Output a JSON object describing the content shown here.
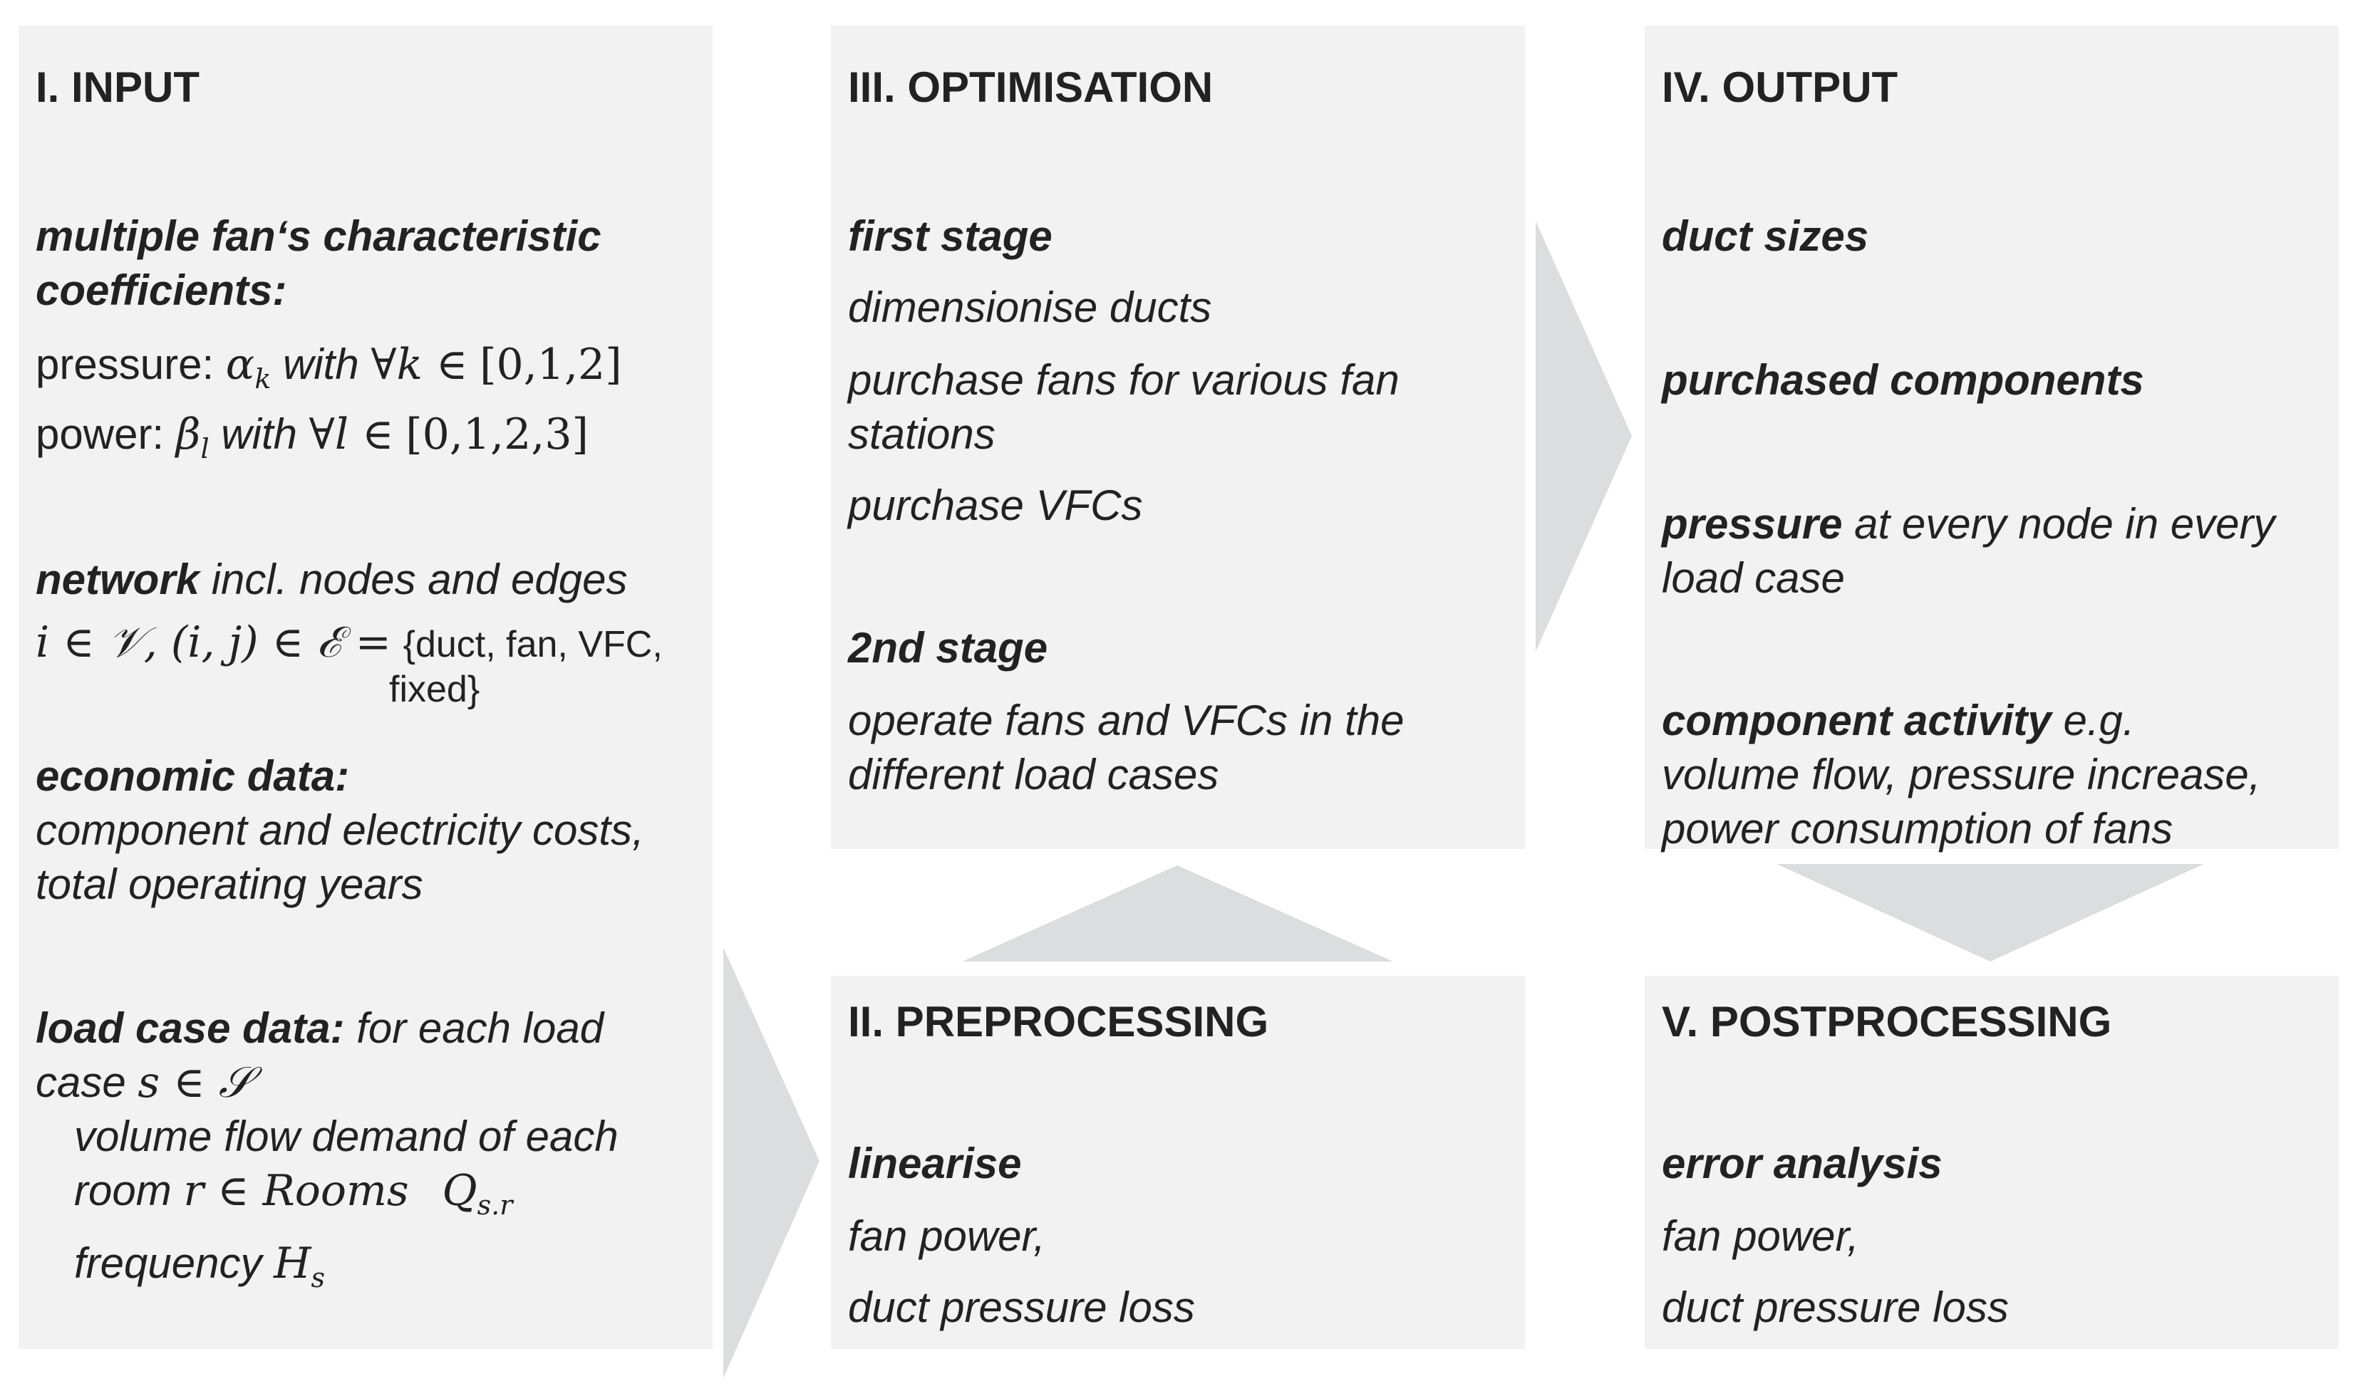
{
  "input": {
    "title": "I. INPUT",
    "fan_coeff_heading_1": "multiple fan‘s characteristic",
    "fan_coeff_heading_2": "coefficients:",
    "pressure_label": "pressure:",
    "pressure_symbol": "α",
    "pressure_sub": "k",
    "pressure_with": "with",
    "pressure_forall": "∀k ∈",
    "pressure_set": "[0,1,2]",
    "power_label": "power:",
    "power_symbol": "β",
    "power_sub": "l",
    "power_with": "with",
    "power_forall": "∀l ∈",
    "power_set": "[0,1,2,3]",
    "network_bold": "network",
    "network_rest": "incl. nodes and edges",
    "network_math": "i ∈ 𝒱, (i, j) ∈ ℰ =",
    "network_set_1": "{duct, fan, VFC,",
    "network_set_2": "fixed}",
    "economic_heading": "economic data:",
    "economic_line_1": "component and electricity costs,",
    "economic_line_2": "total operating years",
    "load_heading": "load case data:",
    "load_line_1_rest": "for each load",
    "load_line_2_text": "case",
    "load_line_2_math": "s ∈ 𝒮",
    "volume_line_1": "volume flow demand of each",
    "volume_line_2_text": "room",
    "volume_line_2_math": "r ∈ Rooms",
    "volume_line_2_q": "Q",
    "volume_line_2_q_sub": "s.r",
    "frequency_text": "frequency",
    "frequency_symbol": "H",
    "frequency_sub": "s"
  },
  "optimisation": {
    "title": "III. OPTIMISATION",
    "first_stage": "first stage",
    "item_1": "dimensionise ducts",
    "item_2_line_1": "purchase fans for various fan",
    "item_2_line_2": "stations",
    "item_3": "purchase VFCs",
    "second_stage": "2nd stage",
    "item_4_line_1": "operate fans and VFCs in the",
    "item_4_line_2": "different load cases"
  },
  "output": {
    "title": "IV. OUTPUT",
    "duct_sizes": "duct sizes",
    "purchased": "purchased components",
    "pressure_bold": "pressure",
    "pressure_rest": "at every node in every",
    "pressure_line_2": "load case",
    "activity_bold": "component activity",
    "activity_rest": "e.g.",
    "activity_line_2": "volume flow, pressure increase,",
    "activity_line_3": "power consumption of fans"
  },
  "preprocessing": {
    "title": "II. PREPROCESSING",
    "heading": "linearise",
    "item_1": "fan power,",
    "item_2": "duct pressure loss"
  },
  "postprocessing": {
    "title": "V. POSTPROCESSING",
    "heading": "error analysis",
    "item_1": "fan power,",
    "item_2": "duct pressure loss"
  },
  "colors": {
    "box_fill": "#f2f2f2",
    "arrow_fill": "#dcdddf",
    "text": "#222222"
  }
}
